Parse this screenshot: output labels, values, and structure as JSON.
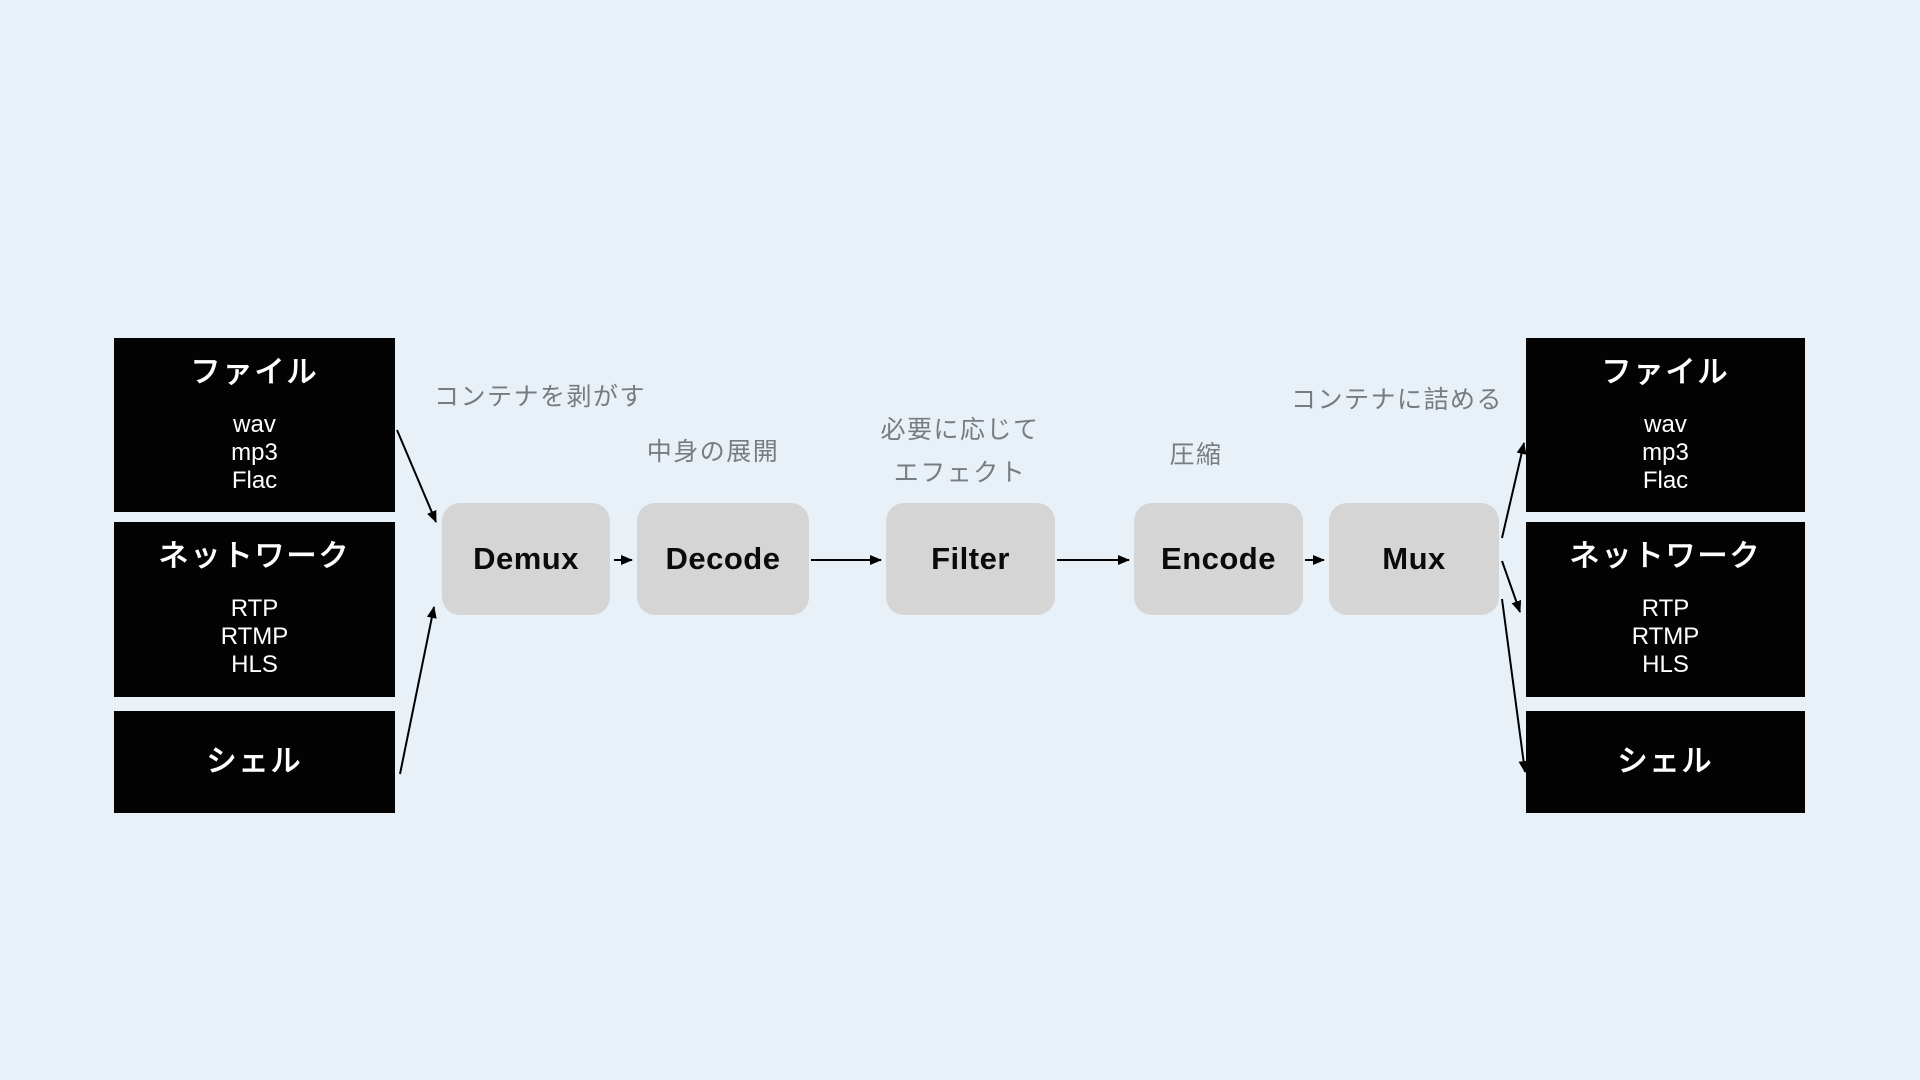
{
  "diagram_title": "audio-processing-pipeline",
  "colors": {
    "background": "#e8f1f8",
    "io_box_background": "#030303",
    "io_box_text": "#ffffff",
    "stage_box_background": "#d5d5d6",
    "stage_box_text": "#0b0b0b",
    "annotation_text": "#797c7f",
    "arrow": "#000000"
  },
  "inputs": [
    {
      "title": "ファイル",
      "items": [
        "wav",
        "mp3",
        "Flac"
      ]
    },
    {
      "title": "ネットワーク",
      "items": [
        "RTP",
        "RTMP",
        "HLS"
      ]
    },
    {
      "title": "シェル",
      "items": []
    }
  ],
  "outputs": [
    {
      "title": "ファイル",
      "items": [
        "wav",
        "mp3",
        "Flac"
      ]
    },
    {
      "title": "ネットワーク",
      "items": [
        "RTP",
        "RTMP",
        "HLS"
      ]
    },
    {
      "title": "シェル",
      "items": []
    }
  ],
  "stages": [
    {
      "label": "Demux"
    },
    {
      "label": "Decode"
    },
    {
      "label": "Filter"
    },
    {
      "label": "Encode"
    },
    {
      "label": "Mux"
    }
  ],
  "annotations": {
    "demux": "コンテナを剥がす",
    "decode": "中身の展開",
    "filter_line1": "必要に応じて",
    "filter_line2": "エフェクト",
    "encode": "圧縮",
    "mux": "コンテナに詰める"
  }
}
